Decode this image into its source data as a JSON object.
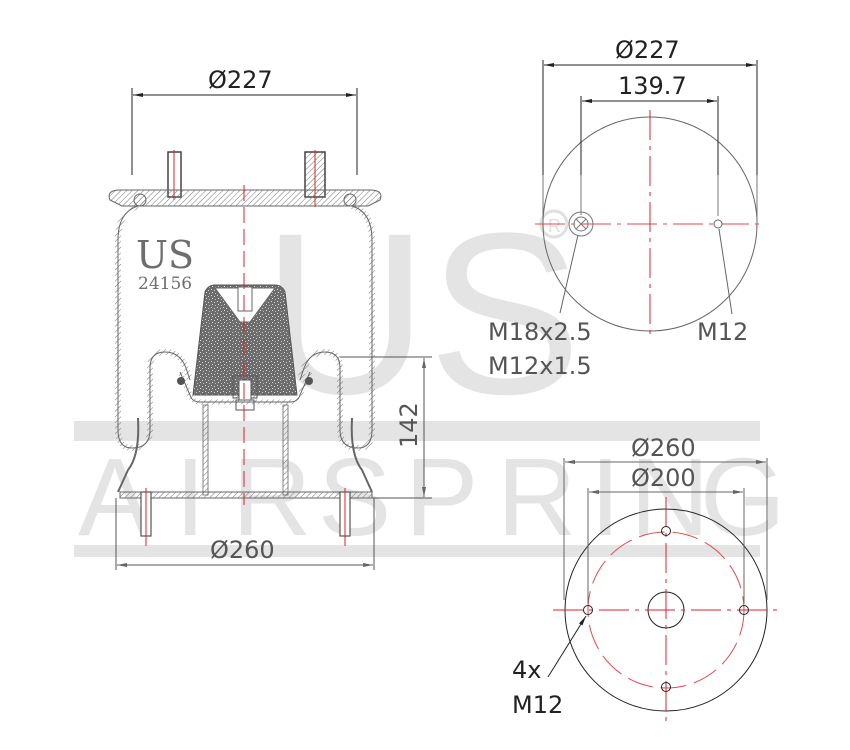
{
  "watermark": {
    "big_text": "US",
    "registered_mark": "®",
    "band_text": "AIR SPRING",
    "band_letters": [
      "A",
      "I",
      "R",
      "S",
      "P",
      "R",
      "I",
      "N",
      "G"
    ],
    "color": "#e4e4e4"
  },
  "logo": {
    "brand": "US",
    "part_number": "24156"
  },
  "side_view": {
    "top_diameter_label": "Ø227",
    "bottom_diameter_label": "Ø260",
    "height_label": "142"
  },
  "top_view": {
    "diameter_label": "Ø227",
    "stud_spacing_label": "139.7",
    "left_callout_line1": "M18x2.5",
    "left_callout_line2": "M12x1.5",
    "right_callout": "M12"
  },
  "bottom_view": {
    "outer_diameter_label": "Ø260",
    "bolt_circle_label": "Ø200",
    "callout_count": "4x",
    "callout_thread": "M12"
  },
  "colors": {
    "outline": "#6a6a6a",
    "dim_line": "#222222",
    "centerline": "#e0202a",
    "bolt_circle": "#e24a50"
  }
}
